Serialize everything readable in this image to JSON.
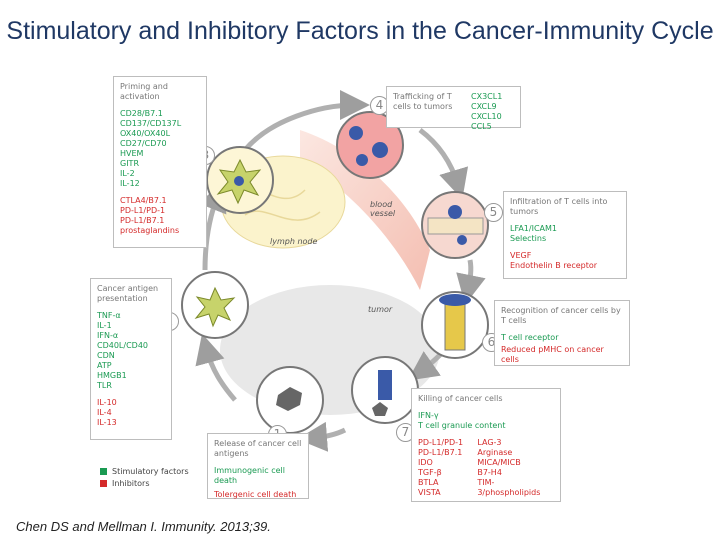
{
  "title": "Stimulatory and Inhibitory Factors in the Cancer-Immunity Cycle",
  "citation": "Chen DS and Mellman I. Immunity. 2013;39.",
  "colors": {
    "stimulatory": "#1a9a52",
    "inhibitory": "#d42a2a",
    "title": "#1f3864"
  },
  "steps": {
    "priming": {
      "number": "3",
      "heading": "Priming and activation",
      "stimulatory": [
        "CD28/B7.1",
        "CD137/CD137L",
        "OX40/OX40L",
        "CD27/CD70",
        "HVEM",
        "GITR",
        "IL-2",
        "IL-12"
      ],
      "inhibitory": [
        "CTLA4/B7.1",
        "PD-L1/PD-1",
        "PD-L1/B7.1",
        "prostaglandins"
      ]
    },
    "trafficking": {
      "number": "4",
      "heading": "Trafficking of T cells to tumors",
      "stimulatory": [
        "CX3CL1",
        "CXCL9",
        "CXCL10",
        "CCL5"
      ]
    },
    "infiltration": {
      "number": "5",
      "heading": "Infiltration of T cells into tumors",
      "stimulatory": [
        "LFA1/ICAM1",
        "Selectins"
      ],
      "inhibitory": [
        "VEGF",
        "Endothelin B receptor"
      ]
    },
    "recognition": {
      "number": "6",
      "heading": "Recognition of cancer cells by T cells",
      "stimulatory": [
        "T cell receptor"
      ],
      "inhibitory": [
        "Reduced pMHC on cancer cells"
      ]
    },
    "killing": {
      "number": "7",
      "heading": "Killing of cancer cells",
      "stimulatory": [
        "IFN-γ",
        "T cell granule content"
      ],
      "inhibitory_col1": [
        "PD-L1/PD-1",
        "PD-L1/B7.1",
        "IDO",
        "TGF-β",
        "BTLA",
        "VISTA"
      ],
      "inhibitory_col2": [
        "LAG-3",
        "Arginase",
        "MICA/MICB",
        "B7-H4",
        "TIM-3/phospholipids"
      ]
    },
    "release": {
      "number": "1",
      "heading": "Release of cancer cell antigens",
      "stimulatory": [
        "Immunogenic cell death"
      ],
      "inhibitory": [
        "Tolergenic cell death"
      ]
    },
    "presentation": {
      "number": "2",
      "heading": "Cancer antigen presentation",
      "stimulatory": [
        "TNF-α",
        "IL-1",
        "IFN-α",
        "CD40L/CD40",
        "CDN",
        "ATP",
        "HMGB1",
        "TLR"
      ],
      "inhibitory": [
        "IL-10",
        "IL-4",
        "IL-13"
      ]
    }
  },
  "labels": {
    "lymph_node": "lymph node",
    "blood_vessel": "blood vessel",
    "tumor": "tumor"
  },
  "legend": {
    "stimulatory": "Stimulatory factors",
    "inhibitory": "Inhibitors"
  }
}
